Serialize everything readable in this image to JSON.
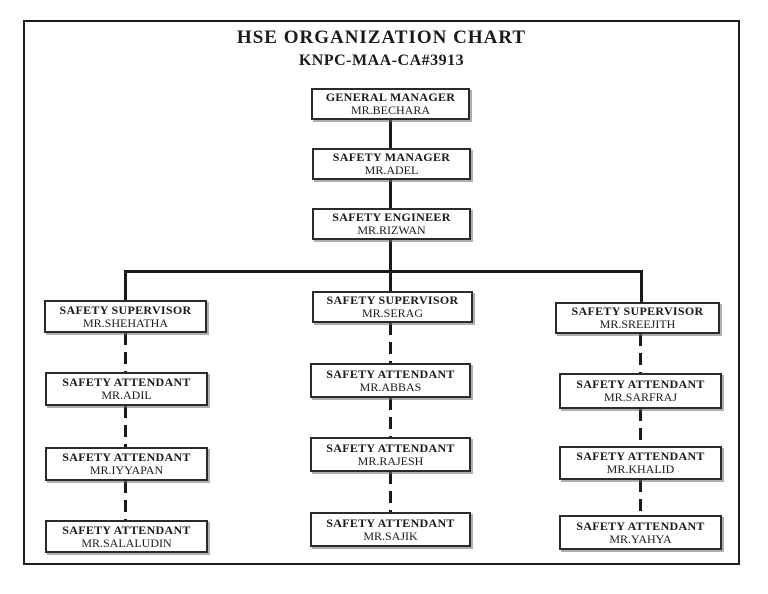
{
  "page": {
    "title": "HSE ORGANIZATION CHART",
    "subtitle": "KNPC-MAA-CA#3913"
  },
  "org": {
    "general_manager": {
      "role": "GENERAL MANAGER",
      "name": "MR.BECHARA"
    },
    "safety_manager": {
      "role": "SAFETY MANAGER",
      "name": "MR.ADEL"
    },
    "safety_engineer": {
      "role": "SAFETY ENGINEER",
      "name": "MR.RIZWAN"
    },
    "teams": [
      {
        "supervisor": {
          "role": "SAFETY SUPERVISOR",
          "name": "MR.SHEHATHA"
        },
        "attendants": [
          {
            "role": "SAFETY ATTENDANT",
            "name": "MR.ADIL"
          },
          {
            "role": "SAFETY ATTENDANT",
            "name": "MR.IYYAPAN"
          },
          {
            "role": "SAFETY ATTENDANT",
            "name": "MR.SALALUDIN"
          }
        ]
      },
      {
        "supervisor": {
          "role": "SAFETY SUPERVISOR",
          "name": "MR.SERAG"
        },
        "attendants": [
          {
            "role": "SAFETY ATTENDANT",
            "name": "MR.ABBAS"
          },
          {
            "role": "SAFETY ATTENDANT",
            "name": "MR.RAJESH"
          },
          {
            "role": "SAFETY ATTENDANT",
            "name": "MR.SAJIK"
          }
        ]
      },
      {
        "supervisor": {
          "role": "SAFETY SUPERVISOR",
          "name": "MR.SREEJITH"
        },
        "attendants": [
          {
            "role": "SAFETY ATTENDANT",
            "name": "MR.SARFRAJ"
          },
          {
            "role": "SAFETY ATTENDANT",
            "name": "MR.KHALID"
          },
          {
            "role": "SAFETY ATTENDANT",
            "name": "MR.YAHYA"
          }
        ]
      }
    ]
  },
  "colors": {
    "background": "#ffffff",
    "line": "#1a1a1a",
    "box_border": "#2b2b2b",
    "text": "#1a1a1a"
  }
}
